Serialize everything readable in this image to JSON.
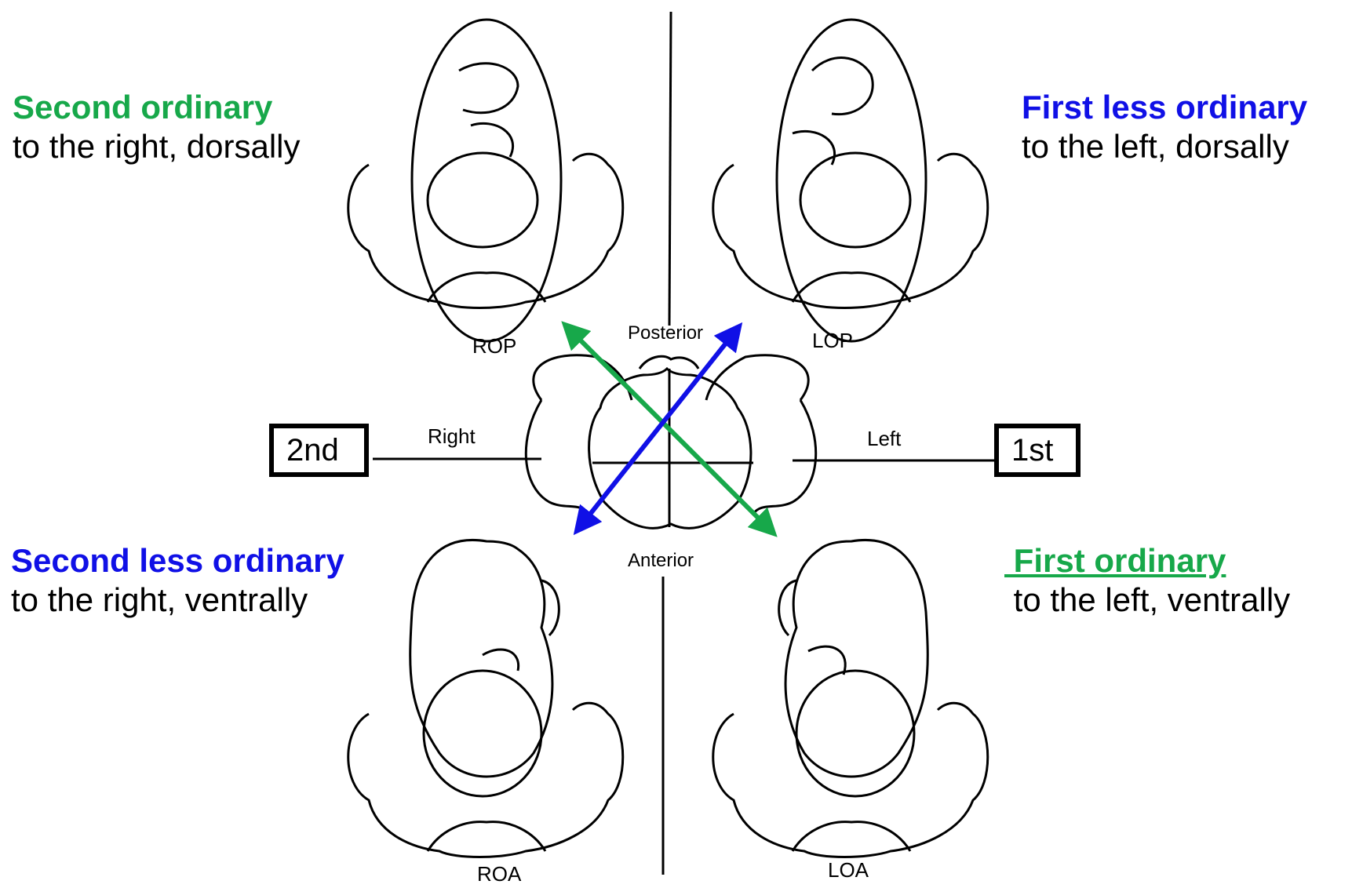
{
  "colors": {
    "green": "#17a84a",
    "blue": "#1010e6",
    "line": "#000000"
  },
  "quadrants": {
    "top_left": {
      "title": "Second  ordinary",
      "sub": "to the right, dorsally",
      "title_color": "green",
      "position_label": "ROP"
    },
    "top_right": {
      "title": "First less ordinary",
      "sub": "to the left, dorsally",
      "title_color": "blue",
      "position_label": "LOP"
    },
    "bottom_left": {
      "title": "Second less ordinary",
      "sub": "to the right, ventrally",
      "title_color": "blue",
      "position_label": "ROA"
    },
    "bottom_right": {
      "title": " First ordinary",
      "sub": " to the left, ventrally",
      "title_color": "green",
      "position_label": "LOA"
    }
  },
  "axes": {
    "top": "Posterior",
    "bottom": "Anterior",
    "left": "Right",
    "right": "Left"
  },
  "boxes": {
    "left": "2nd",
    "right": "1st"
  },
  "arrows": [
    {
      "name": "green-diagonal-arrow",
      "color": "green"
    },
    {
      "name": "blue-diagonal-arrow",
      "color": "blue"
    }
  ]
}
